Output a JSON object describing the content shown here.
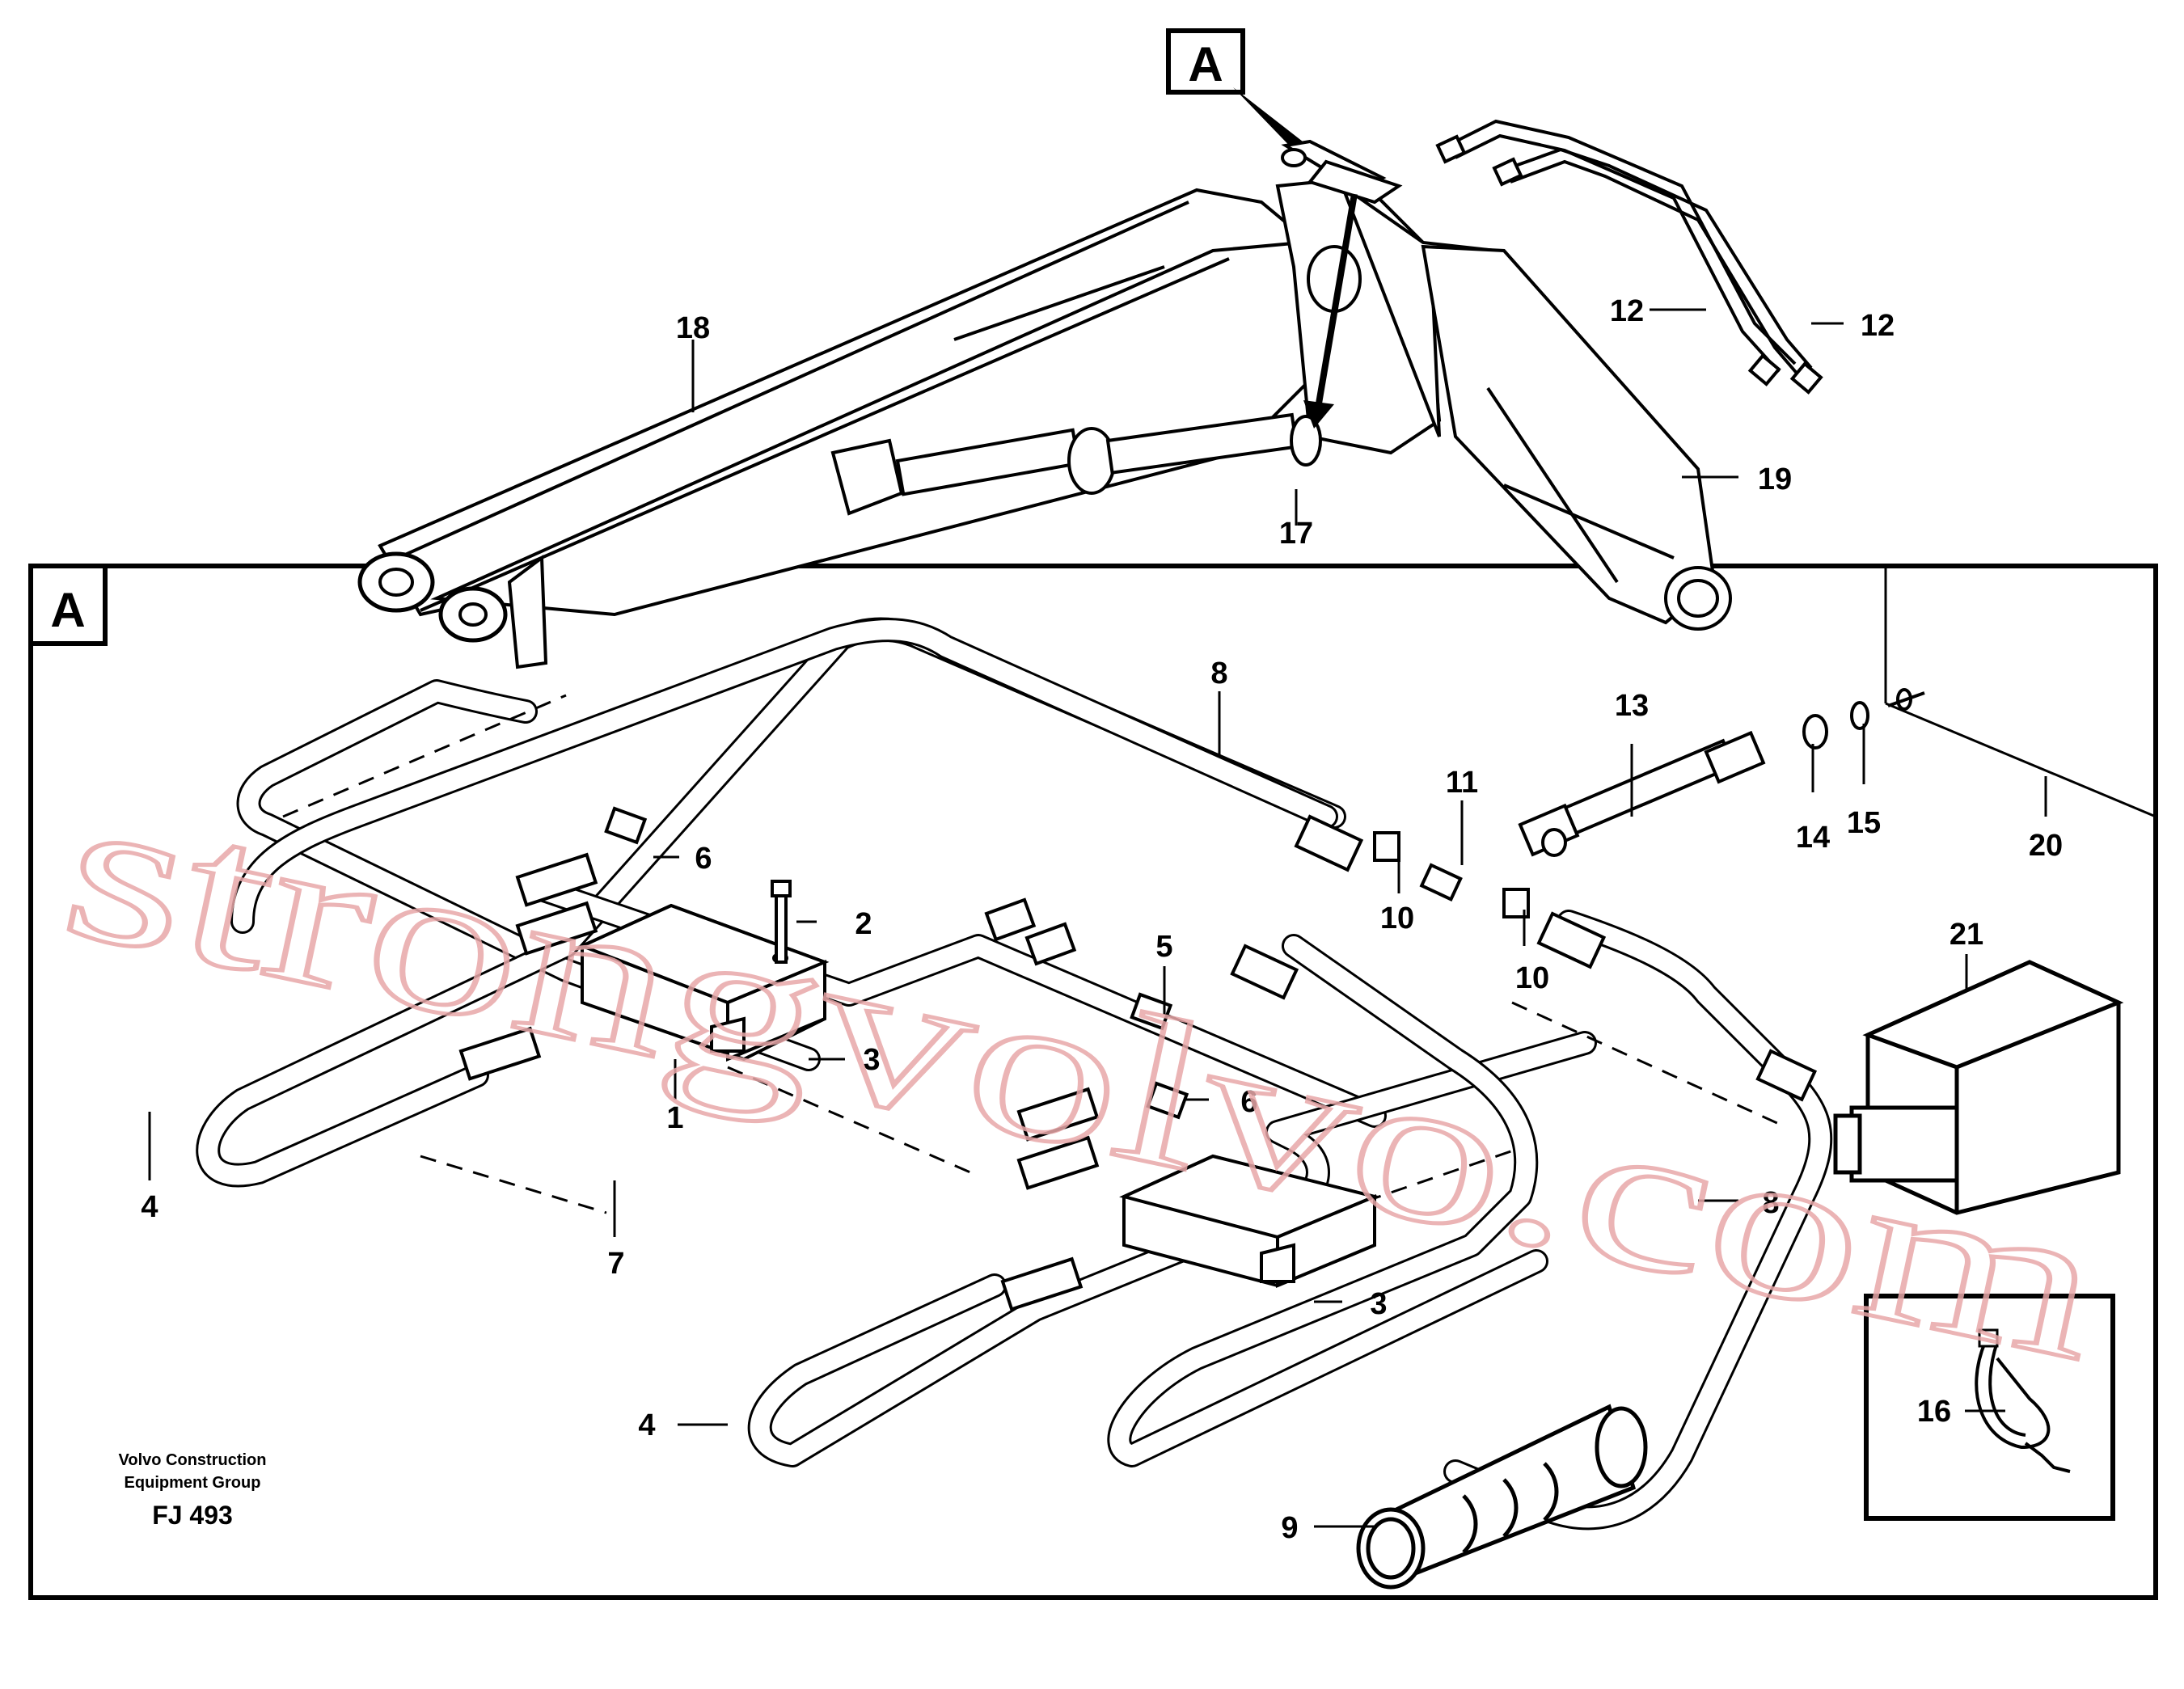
{
  "callouts": {
    "top_view": "A",
    "detail_box": "A"
  },
  "labels": {
    "p1": "1",
    "p2": "2",
    "p3a": "3",
    "p3b": "3",
    "p4a": "4",
    "p4b": "4",
    "p5": "5",
    "p6a": "6",
    "p6b": "6",
    "p7": "7",
    "p8a": "8",
    "p8b": "8",
    "p9": "9",
    "p10a": "10",
    "p10b": "10",
    "p11": "11",
    "p12a": "12",
    "p12b": "12",
    "p13": "13",
    "p14": "14",
    "p15": "15",
    "p16": "16",
    "p17": "17",
    "p18": "18",
    "p19": "19",
    "p20": "20",
    "p21": "21"
  },
  "footer": {
    "company_line1": "Volvo Construction",
    "company_line2": "Equipment Group",
    "code": "FJ 493"
  },
  "watermark": "strongvolvo.com"
}
